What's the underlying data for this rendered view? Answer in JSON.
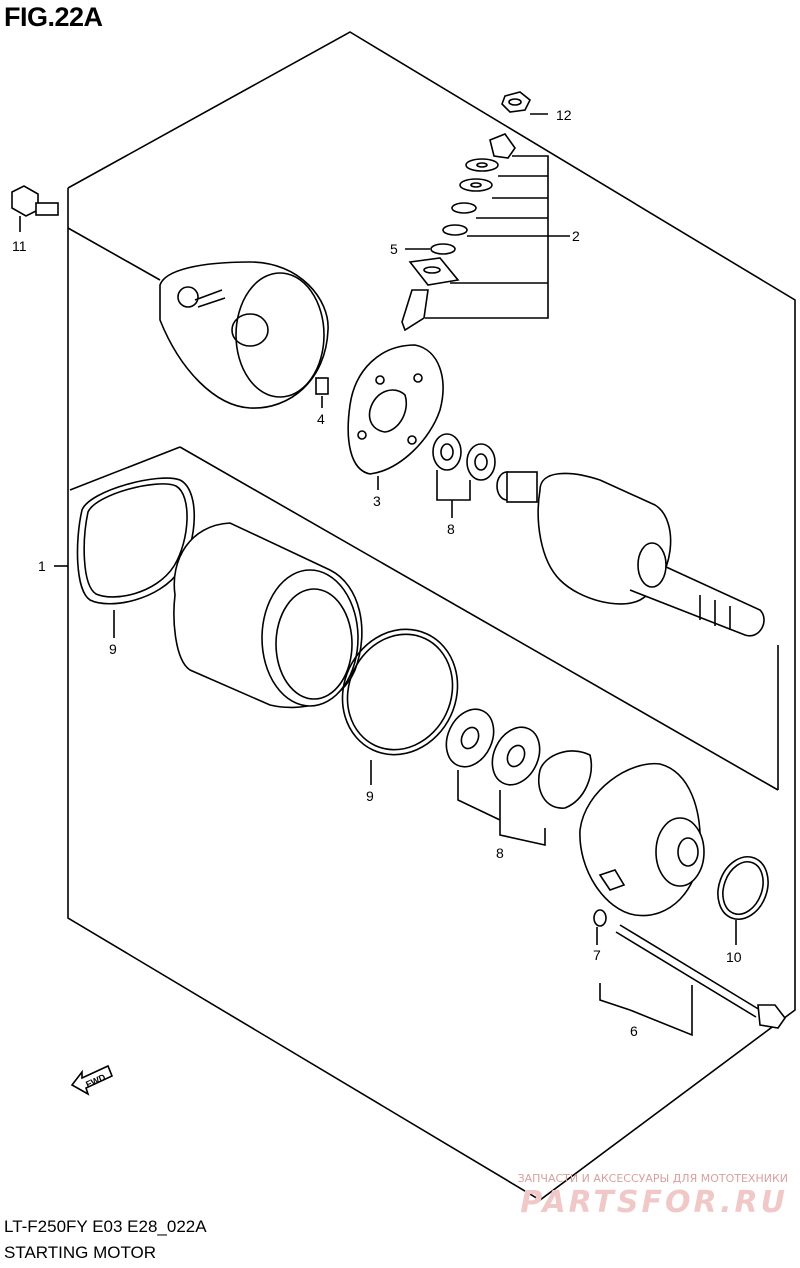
{
  "figure": {
    "title": "FIG.22A"
  },
  "model_code": "LT-F250FY E03 E28_022A",
  "section_name": "STARTING MOTOR",
  "direction_marker": "FWD",
  "callouts": [
    "1",
    "2",
    "3",
    "4",
    "5",
    "6",
    "7",
    "8",
    "8",
    "9",
    "9",
    "10",
    "11",
    "12"
  ],
  "watermark": {
    "tagline": "ЗАПЧАСТИ И АКСЕССУАРЫ ДЛЯ МОТОТЕХНИКИ",
    "logo": "PARTSFOR.RU"
  }
}
